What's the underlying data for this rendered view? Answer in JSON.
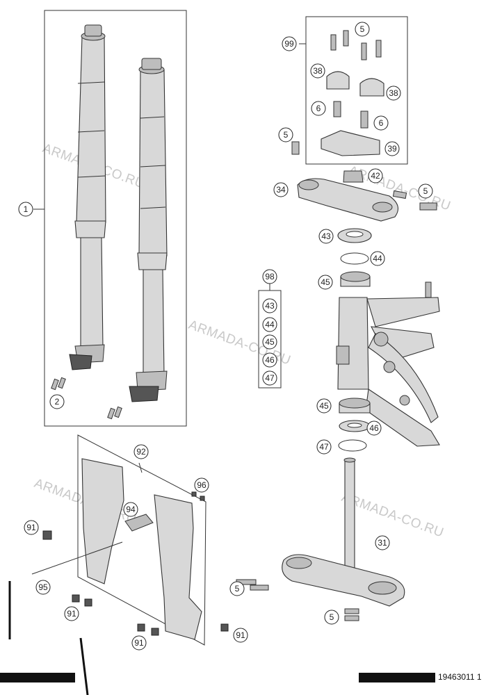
{
  "diagram": {
    "doc_id": "19463011 1",
    "watermark": "ARMADA-CO.RU",
    "callouts": [
      {
        "id": "c-1",
        "label": "1"
      },
      {
        "id": "c-2",
        "label": "2"
      },
      {
        "id": "c-99",
        "label": "99"
      },
      {
        "id": "c-5a",
        "label": "5"
      },
      {
        "id": "c-38a",
        "label": "38"
      },
      {
        "id": "c-38b",
        "label": "38"
      },
      {
        "id": "c-6a",
        "label": "6"
      },
      {
        "id": "c-6b",
        "label": "6"
      },
      {
        "id": "c-5b",
        "label": "5"
      },
      {
        "id": "c-39",
        "label": "39"
      },
      {
        "id": "c-42",
        "label": "42"
      },
      {
        "id": "c-34",
        "label": "34"
      },
      {
        "id": "c-5c",
        "label": "5"
      },
      {
        "id": "c-43a",
        "label": "43"
      },
      {
        "id": "c-44a",
        "label": "44"
      },
      {
        "id": "c-98",
        "label": "98"
      },
      {
        "id": "c-45a",
        "label": "45"
      },
      {
        "id": "k-43",
        "label": "43"
      },
      {
        "id": "k-44",
        "label": "44"
      },
      {
        "id": "k-45",
        "label": "45"
      },
      {
        "id": "k-46",
        "label": "46"
      },
      {
        "id": "k-47",
        "label": "47"
      },
      {
        "id": "c-45b",
        "label": "45"
      },
      {
        "id": "c-46",
        "label": "46"
      },
      {
        "id": "c-47",
        "label": "47"
      },
      {
        "id": "c-92",
        "label": "92"
      },
      {
        "id": "c-96",
        "label": "96"
      },
      {
        "id": "c-94",
        "label": "94"
      },
      {
        "id": "c-91a",
        "label": "91"
      },
      {
        "id": "c-95",
        "label": "95"
      },
      {
        "id": "c-91b",
        "label": "91"
      },
      {
        "id": "c-91c",
        "label": "91"
      },
      {
        "id": "c-91d",
        "label": "91"
      },
      {
        "id": "c-5d",
        "label": "5"
      },
      {
        "id": "c-31",
        "label": "31"
      },
      {
        "id": "c-5e",
        "label": "5"
      }
    ]
  }
}
